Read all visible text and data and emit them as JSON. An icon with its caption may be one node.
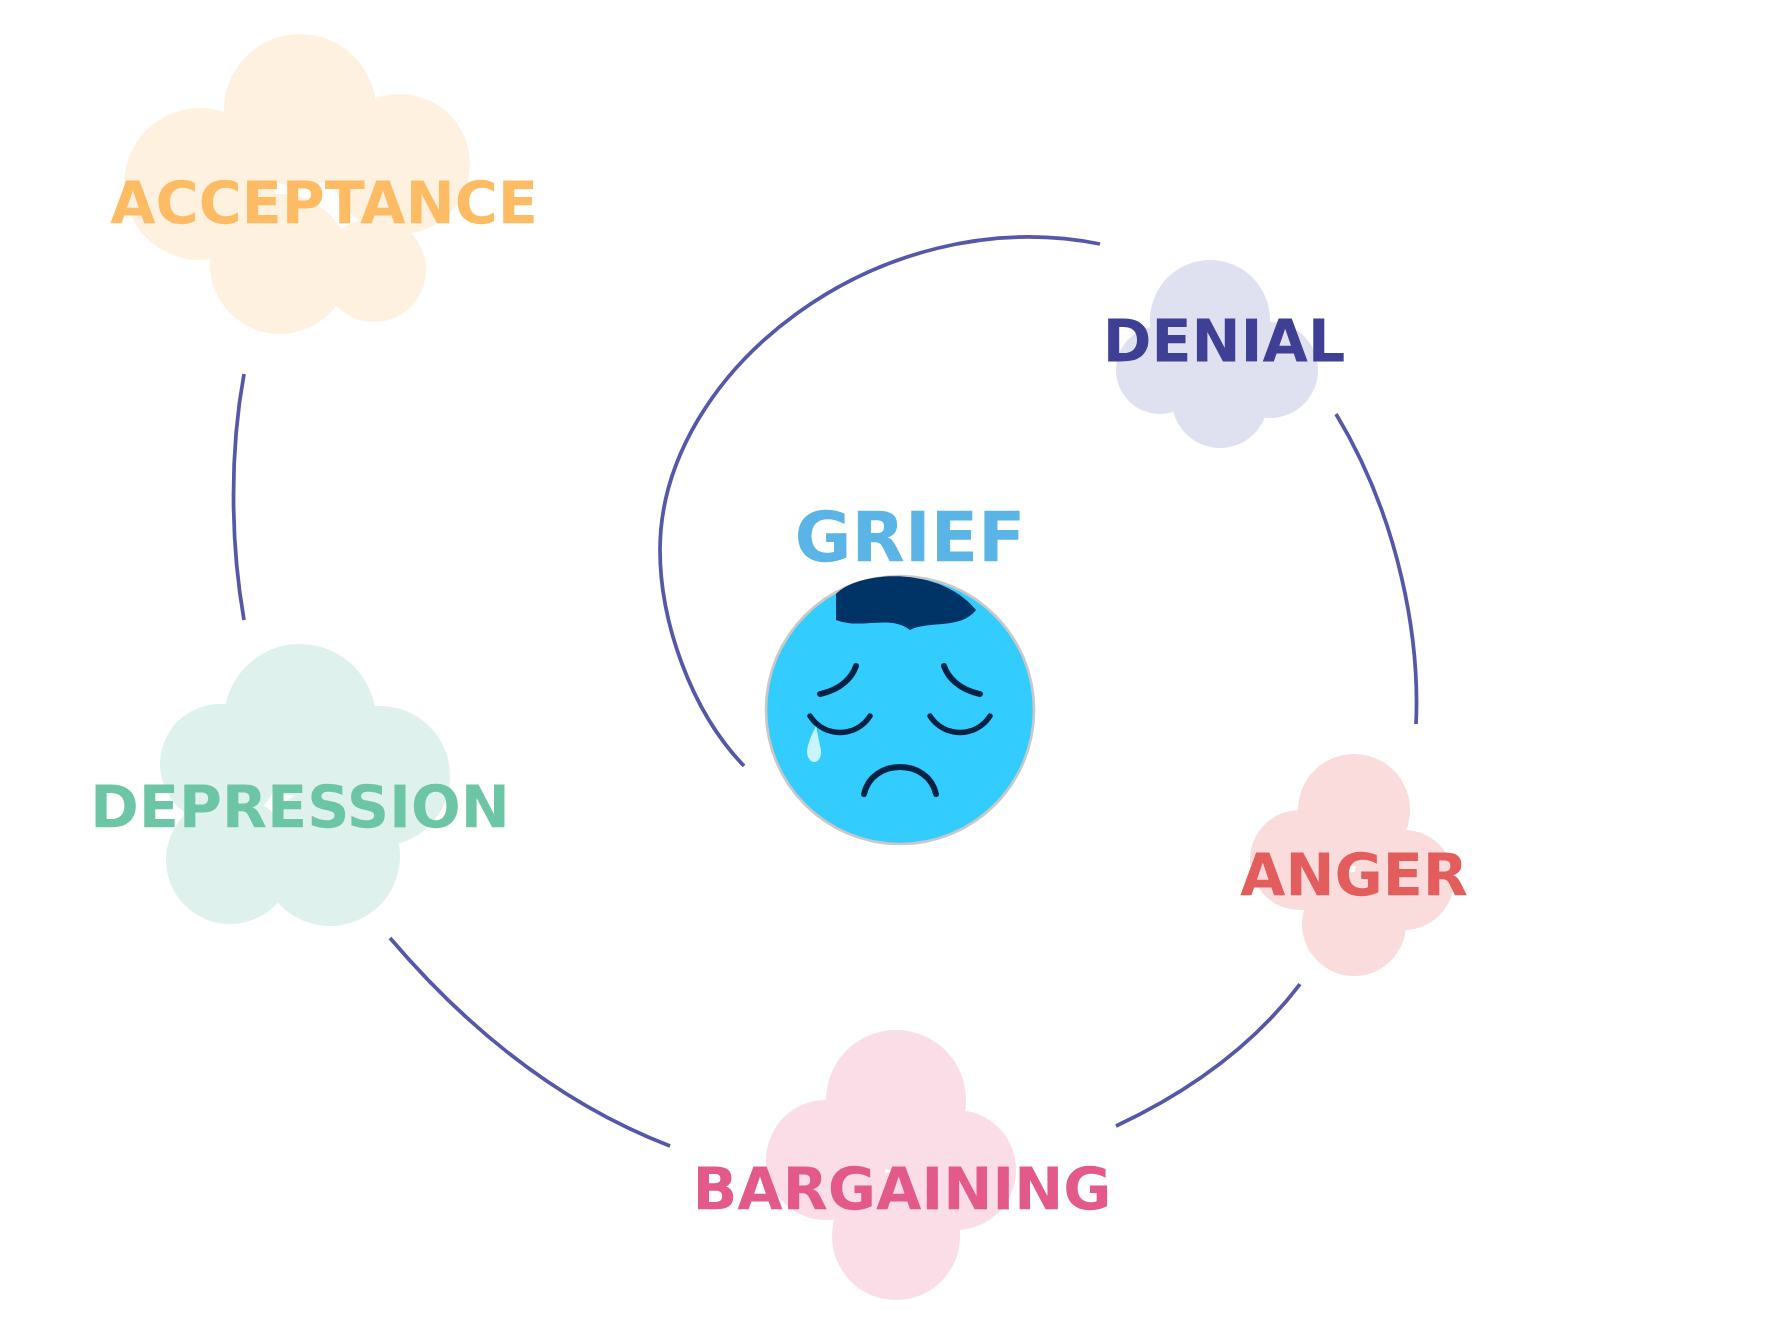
{
  "diagram": {
    "nodes": [
      {
        "text": [
          "GRIEF"
        ]
      },
      {
        "text": [
          "DENIAL"
        ]
      },
      {
        "text": [
          "ANGER"
        ]
      },
      {
        "text": [
          "BARGAINING"
        ]
      },
      {
        "text": [
          "DEPRESSION"
        ]
      },
      {
        "text": [
          "ACCEPTANCE"
        ]
      }
    ],
    "edges": [
      {
        "from": 0,
        "to": 1,
        "arrow": "none"
      },
      {
        "from": 1,
        "to": 2,
        "arrow": "none"
      },
      {
        "from": 2,
        "to": 3,
        "arrow": "none"
      },
      {
        "from": 3,
        "to": 4,
        "arrow": "none"
      },
      {
        "from": 4,
        "to": 5,
        "arrow": "none"
      }
    ]
  }
}
